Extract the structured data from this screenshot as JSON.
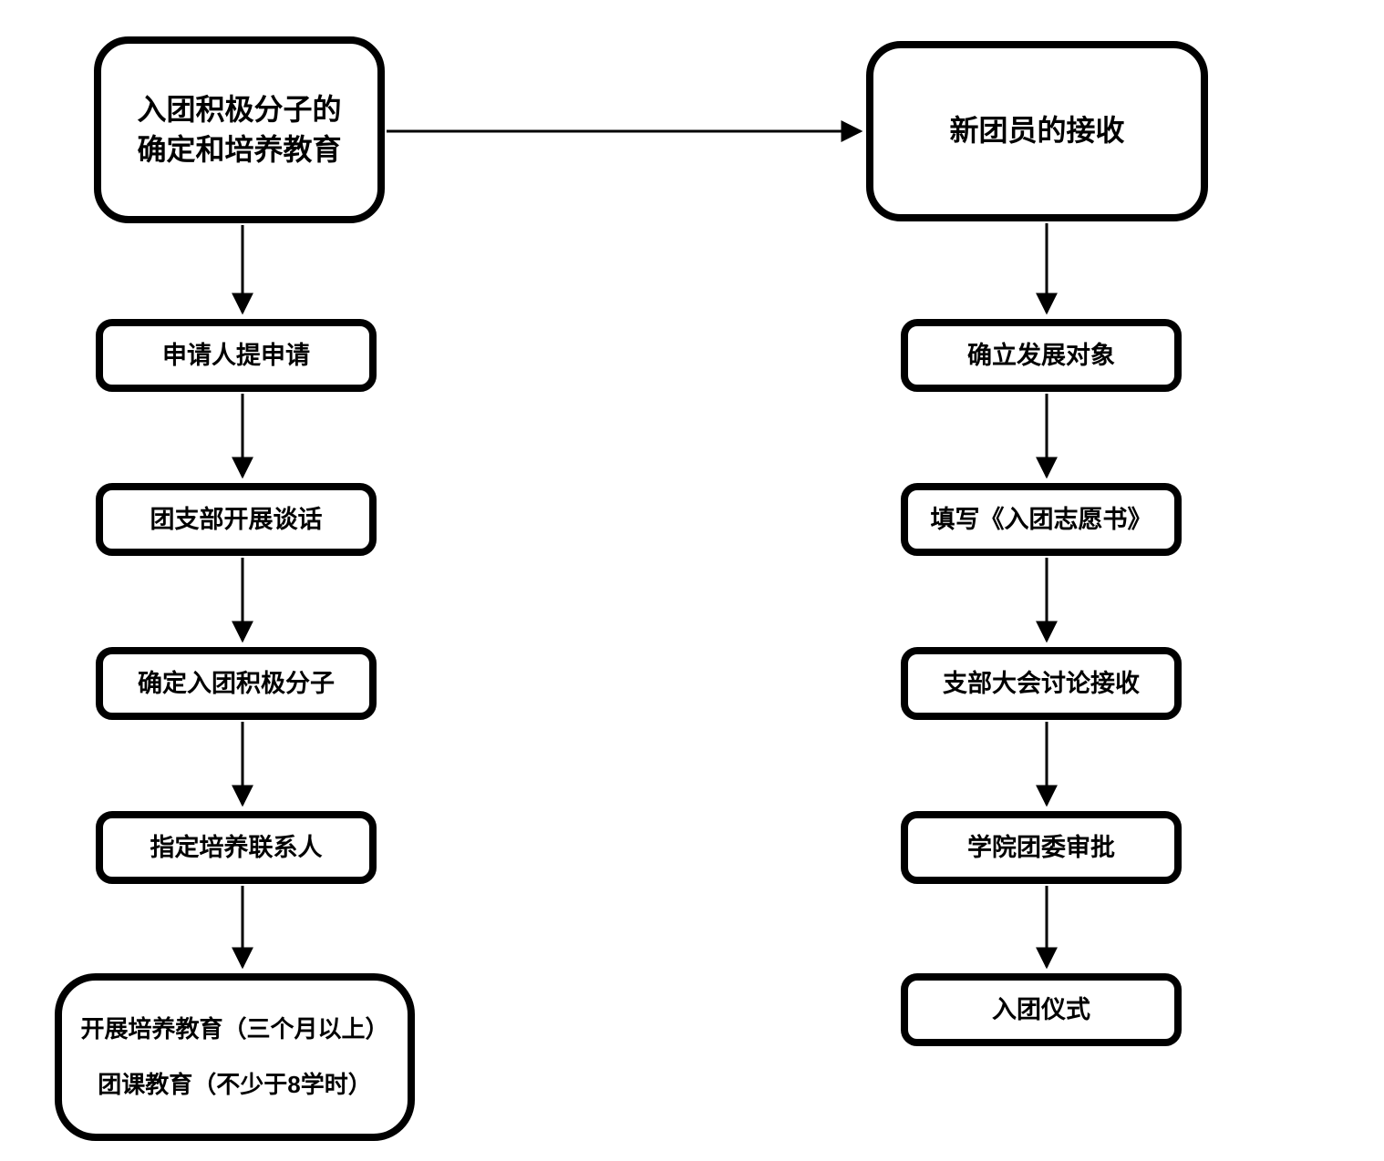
{
  "diagram": {
    "title_implicit": "",
    "colors": {
      "stroke": "#000000",
      "background": "#ffffff",
      "text": "#000000"
    },
    "left_column": {
      "header": "入团积极分子的确定和培养教育",
      "steps": [
        "申请人提申请",
        "团支部开展谈话",
        "确定入团积极分子",
        "指定培养联系人"
      ],
      "final": {
        "line1": "开展培养教育（三个月以上）",
        "line2": "团课教育（不少于8学时）"
      }
    },
    "right_column": {
      "header": "新团员的接收",
      "steps": [
        "确立发展对象",
        "填写《入团志愿书》",
        "支部大会讨论接收",
        "学院团委审批",
        "入团仪式"
      ]
    },
    "connections": {
      "header_to_header": "入团积极分子的确定和培养教育 → 新团员的接收",
      "flow_direction": "top-to-bottom"
    }
  }
}
